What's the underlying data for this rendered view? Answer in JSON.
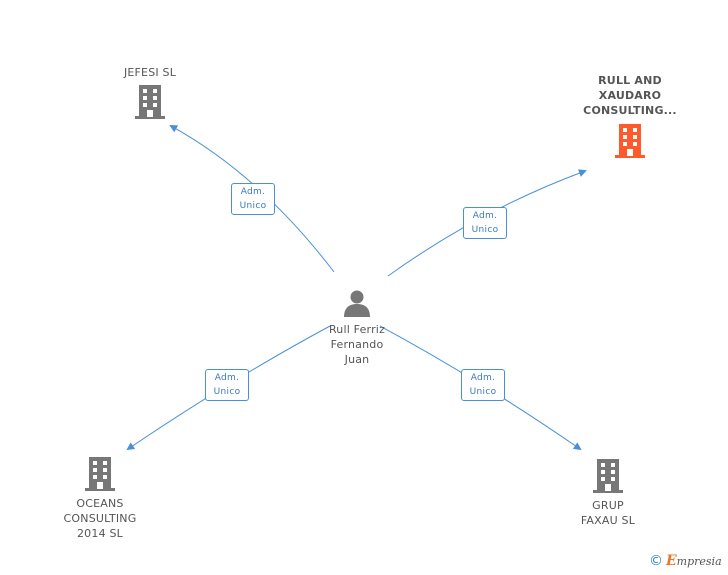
{
  "center": {
    "name": "Rull Ferriz\nFernando\nJuan",
    "icon": "person-icon"
  },
  "companies": [
    {
      "id": "jefesi",
      "name": "JEFESI SL",
      "icon": "building-icon",
      "color": "#777777",
      "highlight": false
    },
    {
      "id": "rull-xaudaro",
      "name": "RULL AND\nXAUDARO\nCONSULTING...",
      "icon": "building-icon",
      "color": "#ff5a2c",
      "highlight": true
    },
    {
      "id": "oceans",
      "name": "OCEANS\nCONSULTING\n2014 SL",
      "icon": "building-icon",
      "color": "#777777",
      "highlight": false
    },
    {
      "id": "grup-faxau",
      "name": "GRUP\nFAXAU SL",
      "icon": "building-icon",
      "color": "#777777",
      "highlight": false
    }
  ],
  "relations": [
    {
      "to": "jefesi",
      "label": "Adm.\nUnico"
    },
    {
      "to": "rull-xaudaro",
      "label": "Adm.\nUnico"
    },
    {
      "to": "oceans",
      "label": "Adm.\nUnico"
    },
    {
      "to": "grup-faxau",
      "label": "Adm.\nUnico"
    }
  ],
  "colors": {
    "edge": "#4a90d9",
    "person": "#777777"
  },
  "footer": {
    "copyright_symbol": "©",
    "brand_initial": "E",
    "brand_rest": "mpresia"
  }
}
